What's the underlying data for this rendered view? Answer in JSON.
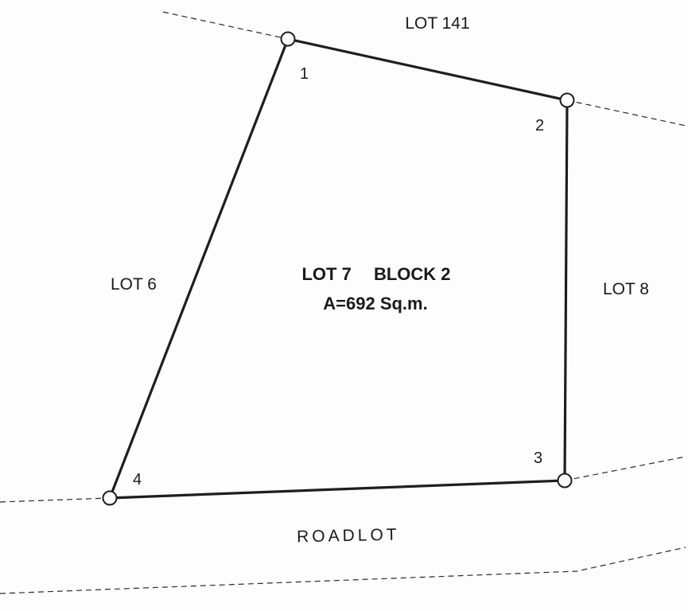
{
  "parcel": {
    "lot_label": "LOT 7",
    "block_label": "BLOCK 2",
    "area_label": "A=692 Sq.m."
  },
  "corners": [
    {
      "number": "1"
    },
    {
      "number": "2"
    },
    {
      "number": "3"
    },
    {
      "number": "4"
    }
  ],
  "adjoining_lots": {
    "north": "LOT 141",
    "west": "LOT 6",
    "east": "LOT 8",
    "south": "ROADLOT"
  },
  "colors": {
    "line": "#1e1e1e",
    "background": "#fdfdfd"
  }
}
